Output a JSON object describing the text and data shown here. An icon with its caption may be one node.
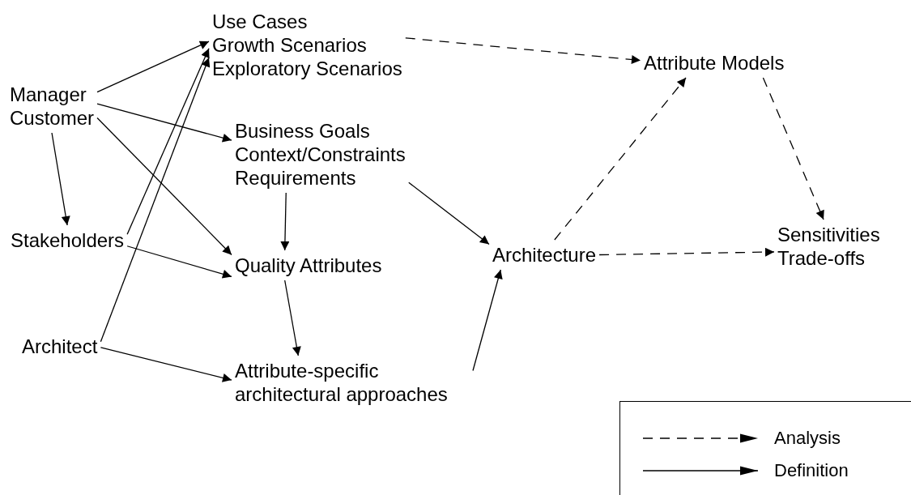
{
  "diagram": {
    "nodes": [
      {
        "text": [
          "Manager",
          "Customer"
        ]
      },
      {
        "text": [
          "Stakeholders"
        ]
      },
      {
        "text": [
          "Architect"
        ]
      },
      {
        "text": [
          "Use Cases",
          "Growth Scenarios",
          "Exploratory Scenarios"
        ]
      },
      {
        "text": [
          "Business Goals",
          "Context/Constraints",
          "Requirements"
        ]
      },
      {
        "text": [
          "Quality Attributes"
        ]
      },
      {
        "text": [
          "Attribute-specific architectural approaches"
        ]
      },
      {
        "text": [
          "Attribute Models"
        ]
      },
      {
        "text": [
          "Architecture"
        ]
      },
      {
        "text": [
          "Sensitivities",
          "Trade-offs"
        ]
      }
    ],
    "edges": [
      {
        "from": 0,
        "to": 3,
        "arrow": "to"
      },
      {
        "from": 0,
        "to": 4,
        "arrow": "to"
      },
      {
        "from": 0,
        "to": 5,
        "arrow": "to"
      },
      {
        "from": 0,
        "to": 1,
        "arrow": "to"
      },
      {
        "from": 1,
        "to": 3,
        "arrow": "to"
      },
      {
        "from": 2,
        "to": 3,
        "arrow": "to"
      },
      {
        "from": 1,
        "to": 5,
        "arrow": "to"
      },
      {
        "from": 2,
        "to": 6,
        "arrow": "to"
      },
      {
        "from": 4,
        "to": 5,
        "arrow": "to"
      },
      {
        "from": 5,
        "to": 6,
        "arrow": "to"
      },
      {
        "from": 4,
        "to": 8,
        "arrow": "to"
      },
      {
        "from": 6,
        "to": 8,
        "arrow": "to"
      },
      {
        "from": 3,
        "to": 7,
        "arrow": "to",
        "style": "dashed"
      },
      {
        "from": 8,
        "to": 7,
        "arrow": "to",
        "style": "dashed"
      },
      {
        "from": 7,
        "to": 9,
        "arrow": "to",
        "style": "dashed"
      },
      {
        "from": 8,
        "to": 9,
        "arrow": "to",
        "style": "dashed"
      }
    ],
    "legend": [
      {
        "text": "Analysis"
      },
      {
        "text": "Definition"
      }
    ]
  }
}
